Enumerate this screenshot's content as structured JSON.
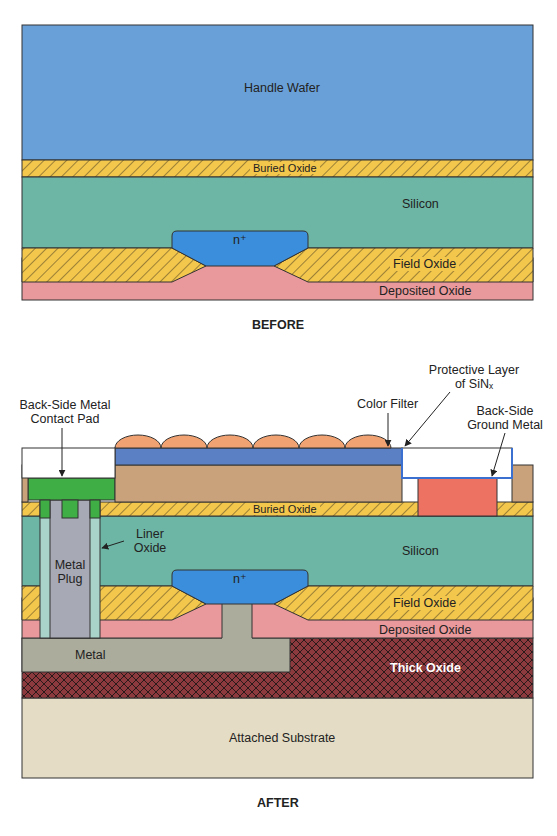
{
  "diagram": {
    "nodes": [
      {
        "text": [
          "Handle Wafer"
        ]
      },
      {
        "text": [
          "Buried Oxide"
        ]
      },
      {
        "text": [
          "Silicon"
        ]
      },
      {
        "text": [
          "n⁺"
        ]
      },
      {
        "text": [
          "Field Oxide"
        ]
      },
      {
        "text": [
          "Deposited Oxide"
        ]
      },
      {
        "text": [
          "Buried Oxide"
        ]
      },
      {
        "text": [
          "Silicon"
        ]
      },
      {
        "text": [
          "n⁺"
        ]
      },
      {
        "text": [
          "Metal Plug"
        ]
      },
      {
        "text": [
          "Field Oxide"
        ]
      },
      {
        "text": [
          "Deposited Oxide"
        ]
      },
      {
        "text": [
          "Metal"
        ]
      },
      {
        "text": [
          "Thick Oxide"
        ]
      },
      {
        "text": [
          "Attached Substrate"
        ]
      }
    ],
    "labels": [
      "BEFORE",
      "Back-Side Metal Contact Pad",
      "Color Filter",
      "Protective Layer of SiNₓ",
      "Back-Side Ground Metal",
      "Liner Oxide",
      "AFTER"
    ]
  }
}
